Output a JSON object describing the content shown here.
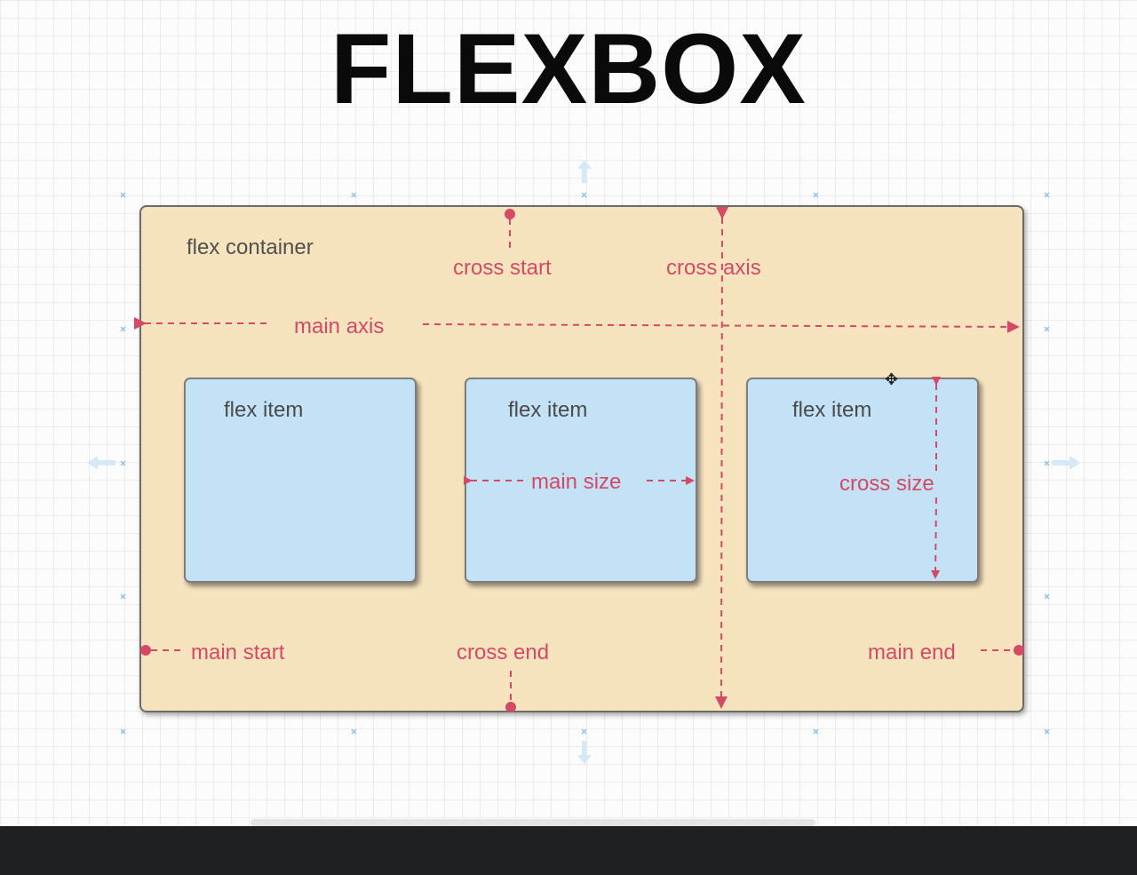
{
  "title": "FLEXBOX",
  "container_label": "flex container",
  "items": [
    {
      "label": "flex item"
    },
    {
      "label": "flex item"
    },
    {
      "label": "flex item"
    }
  ],
  "annotations": {
    "cross_start": "cross start",
    "cross_axis": "cross axis",
    "main_axis": "main axis",
    "main_size": "main size",
    "cross_size": "cross size",
    "main_start": "main start",
    "cross_end": "cross end",
    "main_end": "main end"
  },
  "colors": {
    "container_fill": "#f7e4bf",
    "item_fill": "#c4e2f6",
    "annotation": "#d44a66",
    "handle": "#c7e0f2"
  }
}
